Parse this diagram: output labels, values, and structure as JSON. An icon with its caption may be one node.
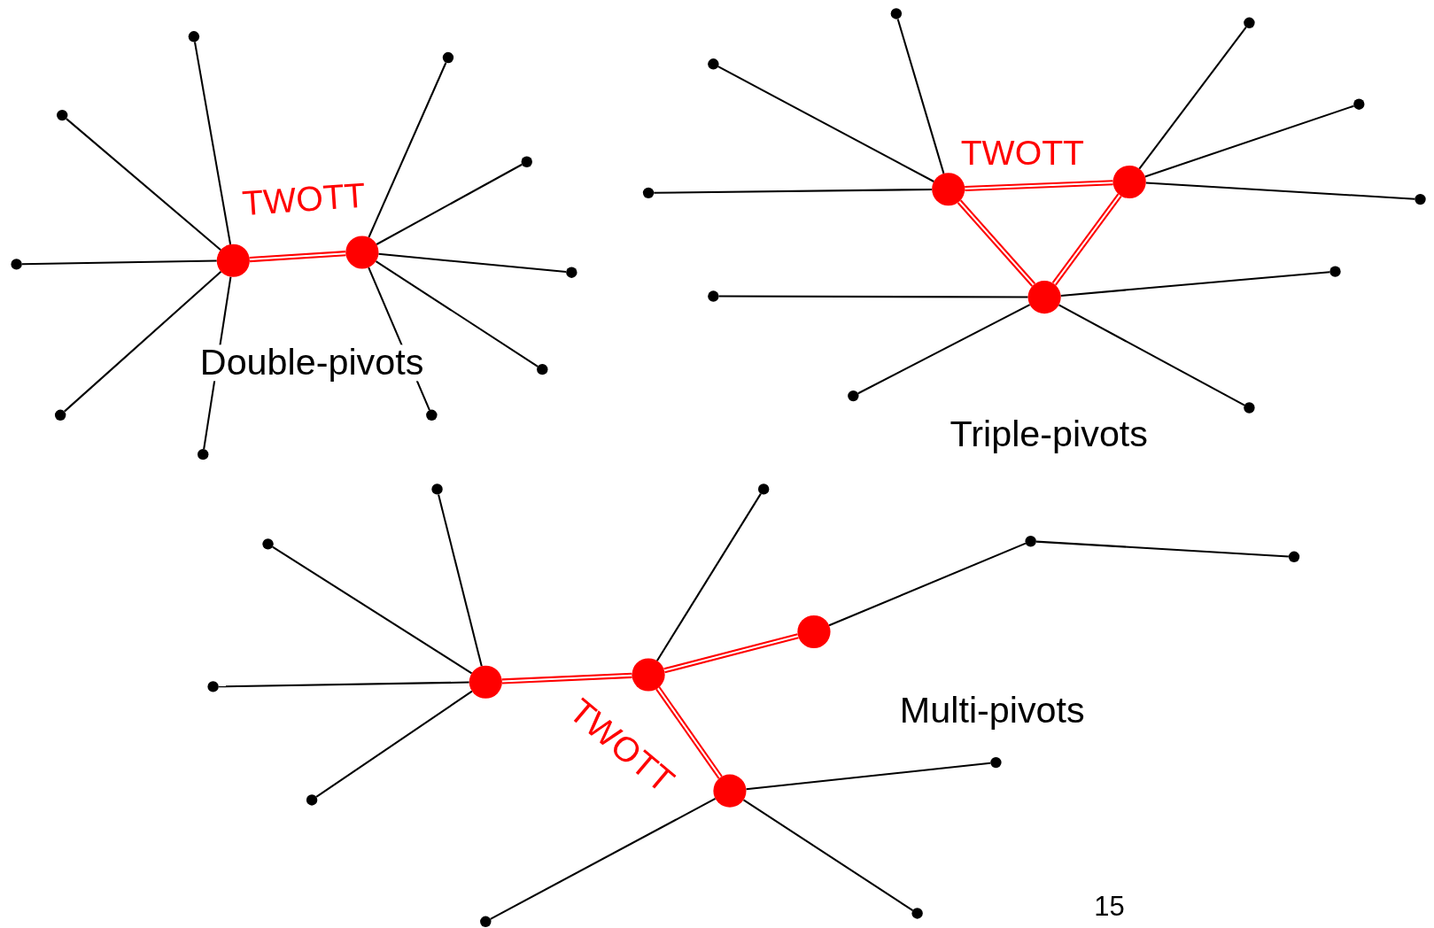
{
  "diagram": {
    "nodes": [
      {
        "text": [],
        "shape": "circle"
      },
      {
        "text": [],
        "shape": "circle"
      },
      {
        "text": [],
        "shape": "dot"
      },
      {
        "text": [],
        "shape": "dot"
      },
      {
        "text": [],
        "shape": "dot"
      },
      {
        "text": [],
        "shape": "dot"
      },
      {
        "text": [],
        "shape": "dot"
      },
      {
        "text": [],
        "shape": "dot"
      },
      {
        "text": [],
        "shape": "dot"
      },
      {
        "text": [],
        "shape": "dot"
      },
      {
        "text": [],
        "shape": "dot"
      },
      {
        "text": [],
        "shape": "dot"
      },
      {
        "text": [],
        "shape": "circle"
      },
      {
        "text": [],
        "shape": "circle"
      },
      {
        "text": [],
        "shape": "circle"
      },
      {
        "text": [],
        "shape": "dot"
      },
      {
        "text": [],
        "shape": "dot"
      },
      {
        "text": [],
        "shape": "dot"
      },
      {
        "text": [],
        "shape": "dot"
      },
      {
        "text": [],
        "shape": "dot"
      },
      {
        "text": [],
        "shape": "dot"
      },
      {
        "text": [],
        "shape": "dot"
      },
      {
        "text": [],
        "shape": "dot"
      },
      {
        "text": [],
        "shape": "dot"
      },
      {
        "text": [],
        "shape": "dot"
      },
      {
        "text": [],
        "shape": "circle"
      },
      {
        "text": [],
        "shape": "circle"
      },
      {
        "text": [],
        "shape": "circle"
      },
      {
        "text": [],
        "shape": "circle"
      },
      {
        "text": [],
        "shape": "dot"
      },
      {
        "text": [],
        "shape": "dot"
      },
      {
        "text": [],
        "shape": "dot"
      },
      {
        "text": [],
        "shape": "dot"
      },
      {
        "text": [],
        "shape": "dot"
      },
      {
        "text": [],
        "shape": "dot"
      },
      {
        "text": [],
        "shape": "dot"
      },
      {
        "text": [],
        "shape": "dot"
      },
      {
        "text": [],
        "shape": "dot"
      },
      {
        "text": [],
        "shape": "dot"
      }
    ],
    "edges": [
      {
        "from": 0,
        "to": 1,
        "arrow": "none",
        "style": "thick",
        "color": "#ff0000"
      },
      {
        "from": 0,
        "to": 2,
        "arrow": "none"
      },
      {
        "from": 0,
        "to": 3,
        "arrow": "none"
      },
      {
        "from": 0,
        "to": 4,
        "arrow": "none"
      },
      {
        "from": 0,
        "to": 5,
        "arrow": "none"
      },
      {
        "from": 0,
        "to": 6,
        "arrow": "none"
      },
      {
        "from": 1,
        "to": 7,
        "arrow": "none"
      },
      {
        "from": 1,
        "to": 8,
        "arrow": "none"
      },
      {
        "from": 1,
        "to": 9,
        "arrow": "none"
      },
      {
        "from": 1,
        "to": 10,
        "arrow": "none"
      },
      {
        "from": 1,
        "to": 11,
        "arrow": "none"
      },
      {
        "from": 12,
        "to": 13,
        "arrow": "none",
        "style": "thick",
        "color": "#ff0000"
      },
      {
        "from": 12,
        "to": 14,
        "arrow": "none",
        "style": "thick",
        "color": "#ff0000"
      },
      {
        "from": 13,
        "to": 14,
        "arrow": "none",
        "style": "thick",
        "color": "#ff0000"
      },
      {
        "from": 12,
        "to": 15,
        "arrow": "none"
      },
      {
        "from": 12,
        "to": 16,
        "arrow": "none"
      },
      {
        "from": 12,
        "to": 17,
        "arrow": "none"
      },
      {
        "from": 13,
        "to": 18,
        "arrow": "none"
      },
      {
        "from": 13,
        "to": 19,
        "arrow": "none"
      },
      {
        "from": 13,
        "to": 20,
        "arrow": "none"
      },
      {
        "from": 14,
        "to": 21,
        "arrow": "none"
      },
      {
        "from": 14,
        "to": 22,
        "arrow": "none"
      },
      {
        "from": 14,
        "to": 23,
        "arrow": "none"
      },
      {
        "from": 14,
        "to": 24,
        "arrow": "none"
      },
      {
        "from": 25,
        "to": 26,
        "arrow": "none",
        "style": "thick",
        "color": "#ff0000"
      },
      {
        "from": 26,
        "to": 27,
        "arrow": "none",
        "style": "thick",
        "color": "#ff0000"
      },
      {
        "from": 26,
        "to": 28,
        "arrow": "none",
        "style": "thick",
        "color": "#ff0000"
      },
      {
        "from": 25,
        "to": 29,
        "arrow": "none"
      },
      {
        "from": 25,
        "to": 30,
        "arrow": "none"
      },
      {
        "from": 25,
        "to": 31,
        "arrow": "none"
      },
      {
        "from": 25,
        "to": 32,
        "arrow": "none"
      },
      {
        "from": 26,
        "to": 33,
        "arrow": "none"
      },
      {
        "from": 27,
        "to": 34,
        "arrow": "none"
      },
      {
        "from": 34,
        "to": 35,
        "arrow": "none"
      },
      {
        "from": 28,
        "to": 36,
        "arrow": "none"
      },
      {
        "from": 28,
        "to": 37,
        "arrow": "none"
      },
      {
        "from": 28,
        "to": 38,
        "arrow": "none"
      }
    ],
    "labels": [
      "TWOTT",
      "Double-pivots",
      "TWOTT",
      "Triple-pivots",
      "TWOTT",
      "Multi-pivots",
      "15"
    ]
  }
}
